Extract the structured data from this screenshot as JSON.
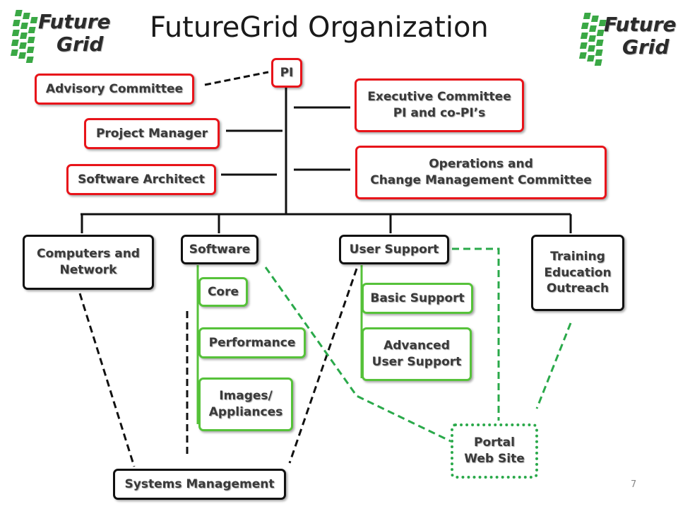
{
  "title": "FutureGrid Organization",
  "page_number": "7",
  "logo": {
    "line1": "Future",
    "line2": "Grid"
  },
  "nodes": {
    "pi": "PI",
    "advisory": "Advisory Committee",
    "project_manager": "Project Manager",
    "software_architect": "Software Architect",
    "executive": "Executive Committee\nPI and co-PI’s",
    "operations": "Operations and\nChange Management Committee",
    "computers": "Computers and\nNetwork",
    "software": "Software",
    "user_support": "User Support",
    "training": "Training\nEducation\nOutreach",
    "core": "Core",
    "performance": "Performance",
    "images": "Images/\nAppliances",
    "basic_support": "Basic Support",
    "advanced_support": "Advanced\nUser Support",
    "portal": "Portal\nWeb Site",
    "systems_mgmt": "Systems Management"
  },
  "colors": {
    "red": "#e8141a",
    "black": "#111111",
    "green": "#56c23a",
    "portal_green": "#2aa94a"
  }
}
